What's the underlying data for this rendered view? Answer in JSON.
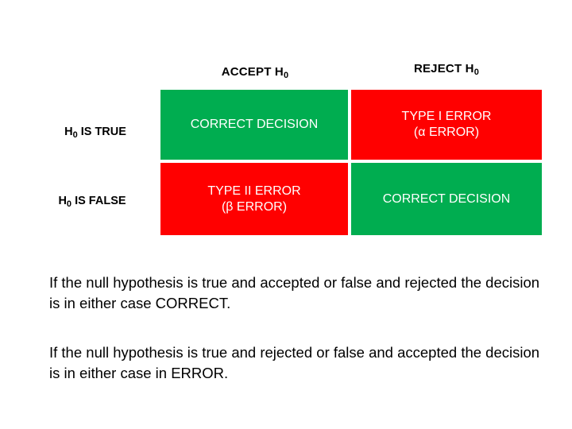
{
  "diagram": {
    "title_context": "Hypothesis testing decision matrix",
    "colors": {
      "green": "#00AD50",
      "red": "#FF0000",
      "text_on_fill": "#FFFFFF",
      "text": "#000000",
      "background": "#FFFFFF"
    },
    "column_headers": [
      {
        "id": "accept",
        "text_main": "ACCEPT H",
        "subscript": "0"
      },
      {
        "id": "reject",
        "text_main": "REJECT H",
        "subscript": "0"
      }
    ],
    "row_headers": [
      {
        "id": "true",
        "text_main": "H",
        "subscript": "0",
        "text_rest": " IS TRUE"
      },
      {
        "id": "false",
        "text_main": "H",
        "subscript": "0",
        "text_rest": " IS FALSE"
      }
    ],
    "cells": [
      {
        "id": "true-accept",
        "row": "H0 IS TRUE",
        "column": "ACCEPT H0",
        "line1": "CORRECT DECISION",
        "line2": "",
        "fill": "#00AD50",
        "outcome": "correct"
      },
      {
        "id": "true-reject",
        "row": "H0 IS TRUE",
        "column": "REJECT H0",
        "line1": "TYPE I ERROR",
        "line2": "(α ERROR)",
        "fill": "#FF0000",
        "outcome": "error"
      },
      {
        "id": "false-accept",
        "row": "H0 IS FALSE",
        "column": "ACCEPT H0",
        "line1": "TYPE II ERROR",
        "line2": "(β ERROR)",
        "fill": "#FF0000",
        "outcome": "error"
      },
      {
        "id": "false-reject",
        "row": "H0 IS FALSE",
        "column": "REJECT H0",
        "line1": "CORRECT DECISION",
        "line2": "",
        "fill": "#00AD50",
        "outcome": "correct"
      }
    ]
  },
  "notes": [
    {
      "id": "note-correct",
      "text": "If the null hypothesis is true and accepted or false and rejected the decision is in either case CORRECT."
    },
    {
      "id": "note-error",
      "text": "If the null hypothesis is true and rejected or false and accepted the decision is in either case in ERROR."
    }
  ]
}
